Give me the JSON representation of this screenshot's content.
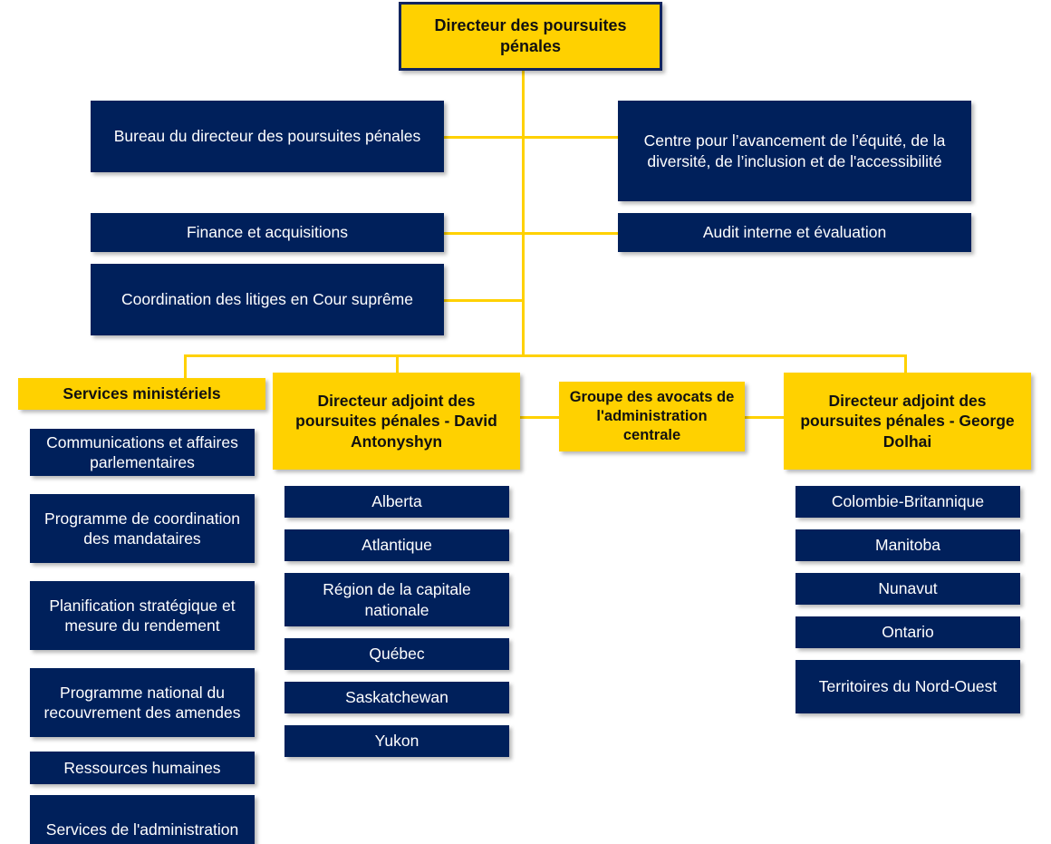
{
  "chart": {
    "type": "organization-chart",
    "language": "fr",
    "colors": {
      "gold": "#FFD100",
      "navy": "#00205B",
      "connector": "#FFD100",
      "root_border": "#12255F",
      "navy_text": "#FFFFFF",
      "gold_text": "#111111",
      "background": "#FFFFFF"
    }
  },
  "root": {
    "label": "Directeur des poursuites pénales"
  },
  "left_units": [
    {
      "label": "Bureau du directeur des poursuites pénales"
    },
    {
      "label": "Finance et acquisitions"
    },
    {
      "label": "Coordination des litiges en Cour suprême"
    }
  ],
  "right_units": [
    {
      "label": "Centre pour l’avancement de l’équité, de la diversité, de l’inclusion et de l'accessibilité"
    },
    {
      "label": "Audit interne et évaluation"
    }
  ],
  "branches": [
    {
      "header": "Services ministériels",
      "children": [
        {
          "label": "Communications et affaires parlementaires"
        },
        {
          "label": "Programme de coordination des mandataires"
        },
        {
          "label": "Planification stratégique et mesure du rendement"
        },
        {
          "label": "Programme national du recouvrement des amendes"
        },
        {
          "label": "Ressources humaines"
        },
        {
          "label": "Services de l'administration"
        }
      ]
    },
    {
      "header": "Directeur adjoint des poursuites pénales - David Antonyshyn",
      "children": [
        {
          "label": "Alberta"
        },
        {
          "label": "Atlantique"
        },
        {
          "label": "Région de la capitale nationale"
        },
        {
          "label": "Québec"
        },
        {
          "label": "Saskatchewan"
        },
        {
          "label": "Yukon"
        }
      ]
    },
    {
      "header": "Groupe des avocats de l'administration centrale",
      "children": []
    },
    {
      "header": "Directeur adjoint des poursuites pénales - George Dolhai",
      "children": [
        {
          "label": "Colombie-Britannique"
        },
        {
          "label": "Manitoba"
        },
        {
          "label": "Nunavut"
        },
        {
          "label": "Ontario"
        },
        {
          "label": "Territoires du Nord-Ouest"
        }
      ]
    }
  ]
}
